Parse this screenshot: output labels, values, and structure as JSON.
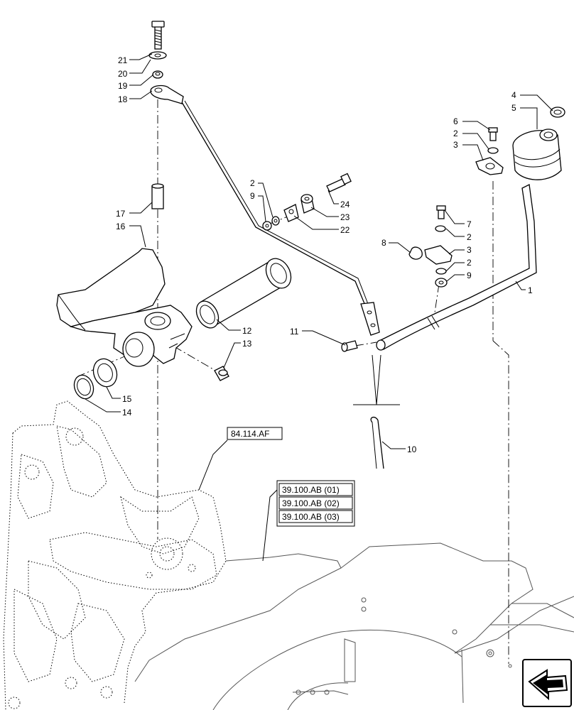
{
  "callouts": [
    "1",
    "2",
    "3",
    "4",
    "5",
    "6",
    "7",
    "8",
    "9",
    "10",
    "11",
    "12",
    "13",
    "14",
    "15",
    "16",
    "17",
    "18",
    "19",
    "20",
    "21",
    "22",
    "23",
    "24"
  ],
  "labels": {
    "l21": "21",
    "l20": "20",
    "l19": "19",
    "l18": "18",
    "l17": "17",
    "l16": "16",
    "l12": "12",
    "l13": "13",
    "l15": "15",
    "l14": "14",
    "l11": "11",
    "l10": "10",
    "l1": "1",
    "l2a": "2",
    "l9a": "9",
    "l24": "24",
    "l23": "23",
    "l22": "22",
    "l6": "6",
    "l2b": "2",
    "l3a": "3",
    "l4": "4",
    "l5": "5",
    "l7": "7",
    "l2c": "2",
    "l8": "8",
    "l3b": "3",
    "l2d": "2",
    "l9b": "9"
  },
  "references": {
    "ref_af": "84.114.AF",
    "ref_ab1": "39.100.AB (01)",
    "ref_ab2": "39.100.AB (02)",
    "ref_ab3": "39.100.AB (03)"
  },
  "nav_icon": "arrow-left-icon"
}
